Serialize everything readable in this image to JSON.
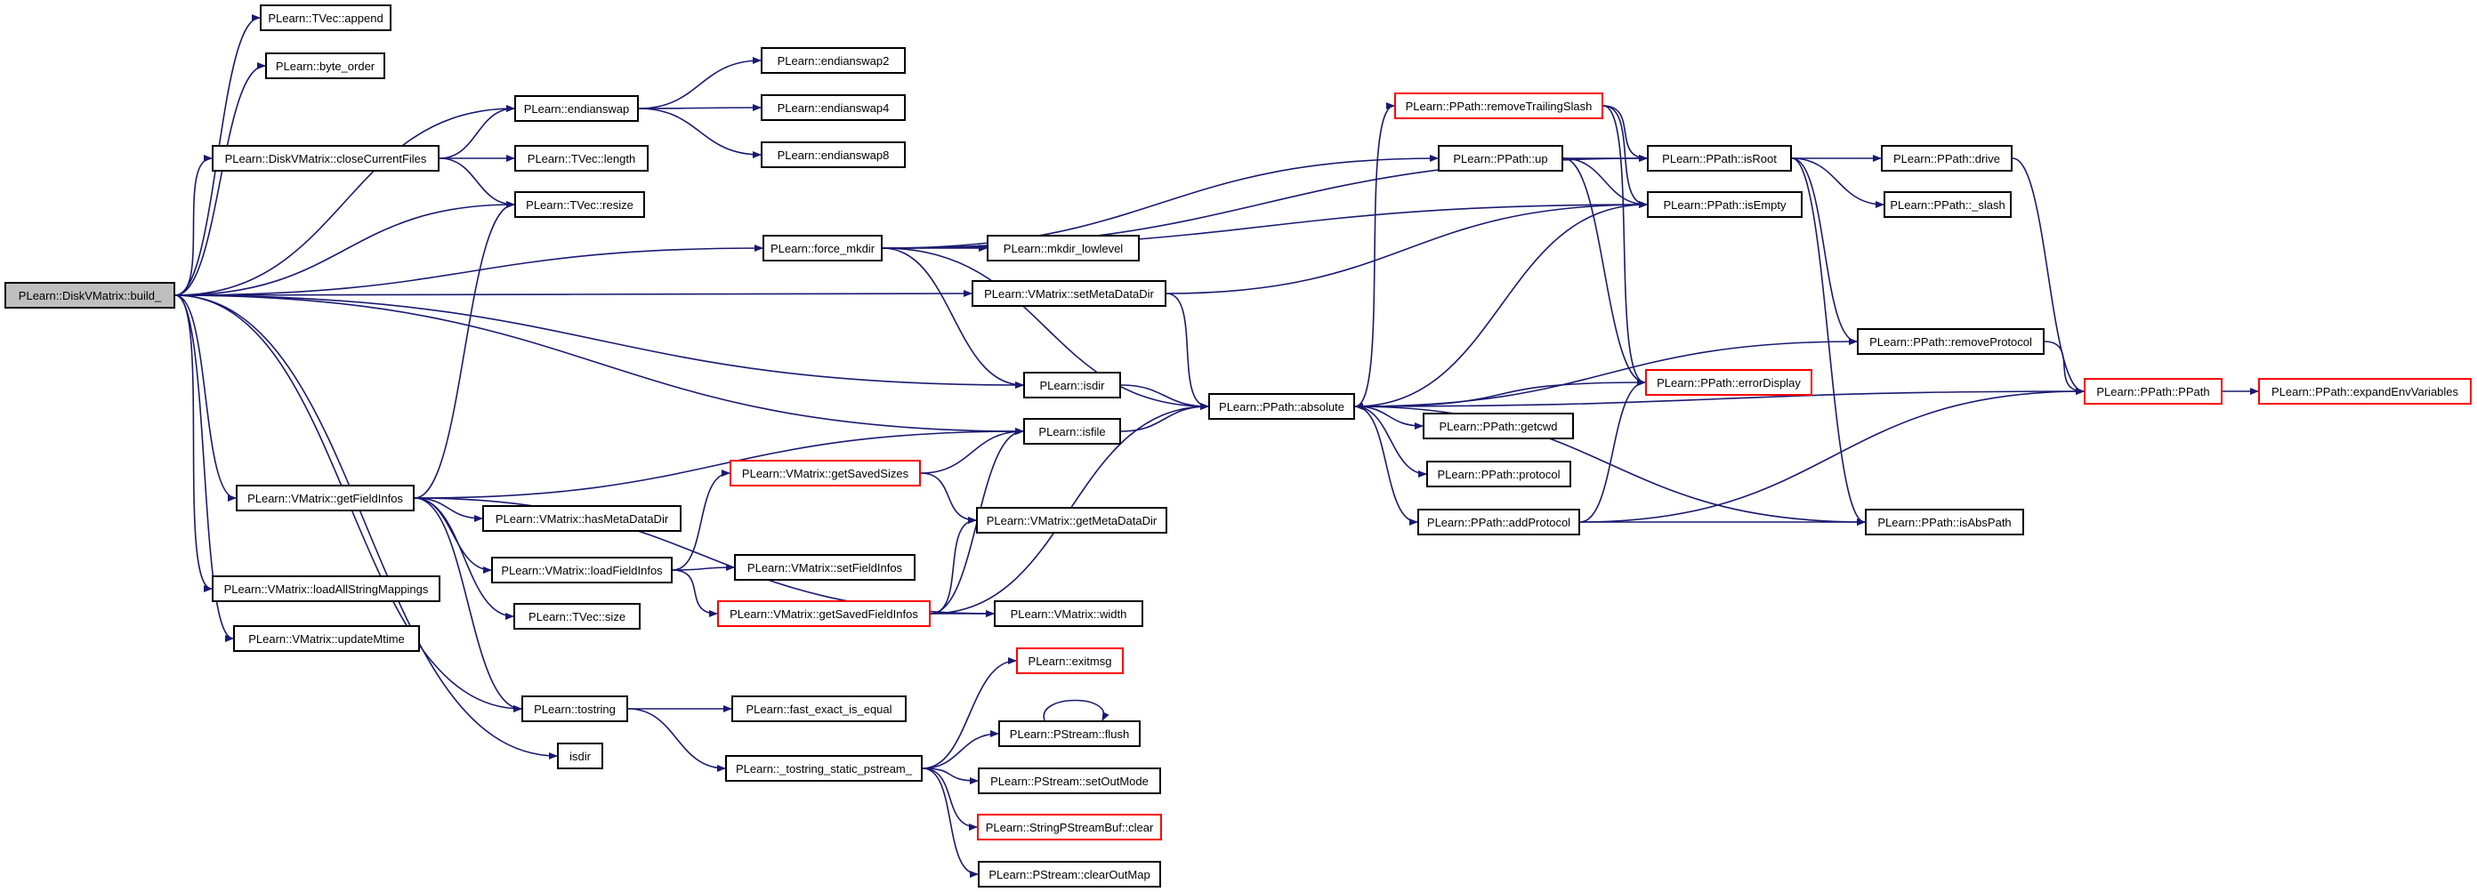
{
  "nodes": [
    {
      "id": "build",
      "label": "PLearn::DiskVMatrix::build_",
      "variant": "root"
    },
    {
      "id": "append",
      "label": "PLearn::TVec::append",
      "variant": "normal"
    },
    {
      "id": "byte_order",
      "label": "PLearn::byte_order",
      "variant": "normal"
    },
    {
      "id": "closefiles",
      "label": "PLearn::DiskVMatrix::closeCurrentFiles",
      "variant": "normal"
    },
    {
      "id": "getfieldinfos",
      "label": "PLearn::VMatrix::getFieldInfos",
      "variant": "normal"
    },
    {
      "id": "loadallstr",
      "label": "PLearn::VMatrix::loadAllStringMappings",
      "variant": "normal"
    },
    {
      "id": "updatemtime",
      "label": "PLearn::VMatrix::updateMtime",
      "variant": "normal"
    },
    {
      "id": "endianswap",
      "label": "PLearn::endianswap",
      "variant": "normal"
    },
    {
      "id": "tveclength",
      "label": "PLearn::TVec::length",
      "variant": "normal"
    },
    {
      "id": "tvecresize",
      "label": "PLearn::TVec::resize",
      "variant": "normal"
    },
    {
      "id": "hasmeta",
      "label": "PLearn::VMatrix::hasMetaDataDir",
      "variant": "normal"
    },
    {
      "id": "loadfieldinfos",
      "label": "PLearn::VMatrix::loadFieldInfos",
      "variant": "normal"
    },
    {
      "id": "tvecsize",
      "label": "PLearn::TVec::size",
      "variant": "normal"
    },
    {
      "id": "tostring",
      "label": "PLearn::tostring",
      "variant": "normal"
    },
    {
      "id": "isdir_plain",
      "label": "isdir",
      "variant": "normal"
    },
    {
      "id": "endianswap2",
      "label": "PLearn::endianswap2",
      "variant": "normal"
    },
    {
      "id": "endianswap4",
      "label": "PLearn::endianswap4",
      "variant": "normal"
    },
    {
      "id": "endianswap8",
      "label": "PLearn::endianswap8",
      "variant": "normal"
    },
    {
      "id": "getsavedsizes",
      "label": "PLearn::VMatrix::getSavedSizes",
      "variant": "red"
    },
    {
      "id": "getsavedfieldinfos",
      "label": "PLearn::VMatrix::getSavedFieldInfos",
      "variant": "red"
    },
    {
      "id": "setfieldinfos",
      "label": "PLearn::VMatrix::setFieldInfos",
      "variant": "normal"
    },
    {
      "id": "fastexact",
      "label": "PLearn::fast_exact_is_equal",
      "variant": "normal"
    },
    {
      "id": "tostringstatic",
      "label": "PLearn::_tostring_static_pstream_",
      "variant": "normal"
    },
    {
      "id": "forcemkdir",
      "label": "PLearn::force_mkdir",
      "variant": "normal"
    },
    {
      "id": "isdir",
      "label": "PLearn::isdir",
      "variant": "normal"
    },
    {
      "id": "isfile",
      "label": "PLearn::isfile",
      "variant": "normal"
    },
    {
      "id": "mkdirlow",
      "label": "PLearn::mkdir_lowlevel",
      "variant": "normal"
    },
    {
      "id": "setmetadatadir",
      "label": "PLearn::VMatrix::setMetaDataDir",
      "variant": "normal"
    },
    {
      "id": "getmetadatadir",
      "label": "PLearn::VMatrix::getMetaDataDir",
      "variant": "normal"
    },
    {
      "id": "width",
      "label": "PLearn::VMatrix::width",
      "variant": "normal"
    },
    {
      "id": "exitmsg",
      "label": "PLearn::exitmsg",
      "variant": "red"
    },
    {
      "id": "flush",
      "label": "PLearn::PStream::flush",
      "variant": "normal"
    },
    {
      "id": "setoutmode",
      "label": "PLearn::PStream::setOutMode",
      "variant": "normal"
    },
    {
      "id": "sbclear",
      "label": "PLearn::StringPStreamBuf::clear",
      "variant": "red"
    },
    {
      "id": "clearoutmap",
      "label": "PLearn::PStream::clearOutMap",
      "variant": "normal"
    },
    {
      "id": "absolute",
      "label": "PLearn::PPath::absolute",
      "variant": "normal"
    },
    {
      "id": "removetrailing",
      "label": "PLearn::PPath::removeTrailingSlash",
      "variant": "red"
    },
    {
      "id": "up",
      "label": "PLearn::PPath::up",
      "variant": "normal"
    },
    {
      "id": "getcwd",
      "label": "PLearn::PPath::getcwd",
      "variant": "normal"
    },
    {
      "id": "protocol",
      "label": "PLearn::PPath::protocol",
      "variant": "normal"
    },
    {
      "id": "addprotocol",
      "label": "PLearn::PPath::addProtocol",
      "variant": "normal"
    },
    {
      "id": "errordisplay",
      "label": "PLearn::PPath::errorDisplay",
      "variant": "red"
    },
    {
      "id": "isroot",
      "label": "PLearn::PPath::isRoot",
      "variant": "normal"
    },
    {
      "id": "isempty",
      "label": "PLearn::PPath::isEmpty",
      "variant": "normal"
    },
    {
      "id": "removeprotocol",
      "label": "PLearn::PPath::removeProtocol",
      "variant": "normal"
    },
    {
      "id": "isabspath",
      "label": "PLearn::PPath::isAbsPath",
      "variant": "normal"
    },
    {
      "id": "drive",
      "label": "PLearn::PPath::drive",
      "variant": "normal"
    },
    {
      "id": "slash",
      "label": "PLearn::PPath::_slash",
      "variant": "normal"
    },
    {
      "id": "ppath",
      "label": "PLearn::PPath::PPath",
      "variant": "red"
    },
    {
      "id": "expandenv",
      "label": "PLearn::PPath::expandEnvVariables",
      "variant": "red"
    }
  ],
  "edges": [
    {
      "from": "build",
      "to": "append"
    },
    {
      "from": "build",
      "to": "byte_order"
    },
    {
      "from": "build",
      "to": "closefiles"
    },
    {
      "from": "build",
      "to": "endianswap"
    },
    {
      "from": "build",
      "to": "tvecresize"
    },
    {
      "from": "build",
      "to": "forcemkdir"
    },
    {
      "from": "build",
      "to": "setmetadatadir"
    },
    {
      "from": "build",
      "to": "isdir"
    },
    {
      "from": "build",
      "to": "isfile"
    },
    {
      "from": "build",
      "to": "getfieldinfos"
    },
    {
      "from": "build",
      "to": "loadallstr"
    },
    {
      "from": "build",
      "to": "updatemtime"
    },
    {
      "from": "build",
      "to": "tostring"
    },
    {
      "from": "build",
      "to": "isdir_plain"
    },
    {
      "from": "closefiles",
      "to": "endianswap"
    },
    {
      "from": "closefiles",
      "to": "tveclength"
    },
    {
      "from": "closefiles",
      "to": "tvecresize"
    },
    {
      "from": "endianswap",
      "to": "endianswap2"
    },
    {
      "from": "endianswap",
      "to": "endianswap4"
    },
    {
      "from": "endianswap",
      "to": "endianswap8"
    },
    {
      "from": "getfieldinfos",
      "to": "tvecresize"
    },
    {
      "from": "getfieldinfos",
      "to": "isfile"
    },
    {
      "from": "getfieldinfos",
      "to": "hasmeta"
    },
    {
      "from": "getfieldinfos",
      "to": "loadfieldinfos"
    },
    {
      "from": "getfieldinfos",
      "to": "tvecsize"
    },
    {
      "from": "getfieldinfos",
      "to": "tostring"
    },
    {
      "from": "getfieldinfos",
      "to": "width"
    },
    {
      "from": "loadfieldinfos",
      "to": "getsavedsizes"
    },
    {
      "from": "loadfieldinfos",
      "to": "setfieldinfos"
    },
    {
      "from": "loadfieldinfos",
      "to": "getsavedfieldinfos"
    },
    {
      "from": "getsavedsizes",
      "to": "isfile"
    },
    {
      "from": "getsavedsizes",
      "to": "getmetadatadir"
    },
    {
      "from": "getsavedfieldinfos",
      "to": "isfile"
    },
    {
      "from": "getsavedfieldinfos",
      "to": "getmetadatadir"
    },
    {
      "from": "getsavedfieldinfos",
      "to": "width"
    },
    {
      "from": "getsavedfieldinfos",
      "to": "absolute"
    },
    {
      "from": "tostring",
      "to": "fastexact"
    },
    {
      "from": "tostring",
      "to": "tostringstatic"
    },
    {
      "from": "tostringstatic",
      "to": "exitmsg"
    },
    {
      "from": "tostringstatic",
      "to": "flush"
    },
    {
      "from": "tostringstatic",
      "to": "setoutmode"
    },
    {
      "from": "tostringstatic",
      "to": "sbclear"
    },
    {
      "from": "tostringstatic",
      "to": "clearoutmap"
    },
    {
      "from": "flush",
      "to": "flush"
    },
    {
      "from": "forcemkdir",
      "to": "mkdirlow"
    },
    {
      "from": "forcemkdir",
      "to": "up"
    },
    {
      "from": "forcemkdir",
      "to": "isroot"
    },
    {
      "from": "forcemkdir",
      "to": "isempty"
    },
    {
      "from": "forcemkdir",
      "to": "isdir"
    },
    {
      "from": "forcemkdir",
      "to": "absolute"
    },
    {
      "from": "setmetadatadir",
      "to": "isempty"
    },
    {
      "from": "setmetadatadir",
      "to": "absolute"
    },
    {
      "from": "isdir",
      "to": "absolute"
    },
    {
      "from": "isfile",
      "to": "absolute"
    },
    {
      "from": "absolute",
      "to": "removetrailing"
    },
    {
      "from": "absolute",
      "to": "isempty"
    },
    {
      "from": "absolute",
      "to": "removeprotocol"
    },
    {
      "from": "absolute",
      "to": "getcwd"
    },
    {
      "from": "absolute",
      "to": "protocol"
    },
    {
      "from": "absolute",
      "to": "addprotocol"
    },
    {
      "from": "absolute",
      "to": "isabspath"
    },
    {
      "from": "absolute",
      "to": "ppath"
    },
    {
      "from": "errordisplay",
      "to": "absolute"
    },
    {
      "from": "removetrailing",
      "to": "isroot"
    },
    {
      "from": "removetrailing",
      "to": "isempty"
    },
    {
      "from": "up",
      "to": "isroot"
    },
    {
      "from": "up",
      "to": "isempty"
    },
    {
      "from": "up",
      "to": "errordisplay"
    },
    {
      "from": "removetrailing",
      "to": "errordisplay"
    },
    {
      "from": "addprotocol",
      "to": "errordisplay"
    },
    {
      "from": "addprotocol",
      "to": "ppath"
    },
    {
      "from": "addprotocol",
      "to": "isabspath"
    },
    {
      "from": "isroot",
      "to": "drive"
    },
    {
      "from": "isroot",
      "to": "slash"
    },
    {
      "from": "isroot",
      "to": "removeprotocol"
    },
    {
      "from": "isroot",
      "to": "isabspath"
    },
    {
      "from": "drive",
      "to": "ppath"
    },
    {
      "from": "removeprotocol",
      "to": "ppath"
    },
    {
      "from": "ppath",
      "to": "expandenv"
    }
  ]
}
